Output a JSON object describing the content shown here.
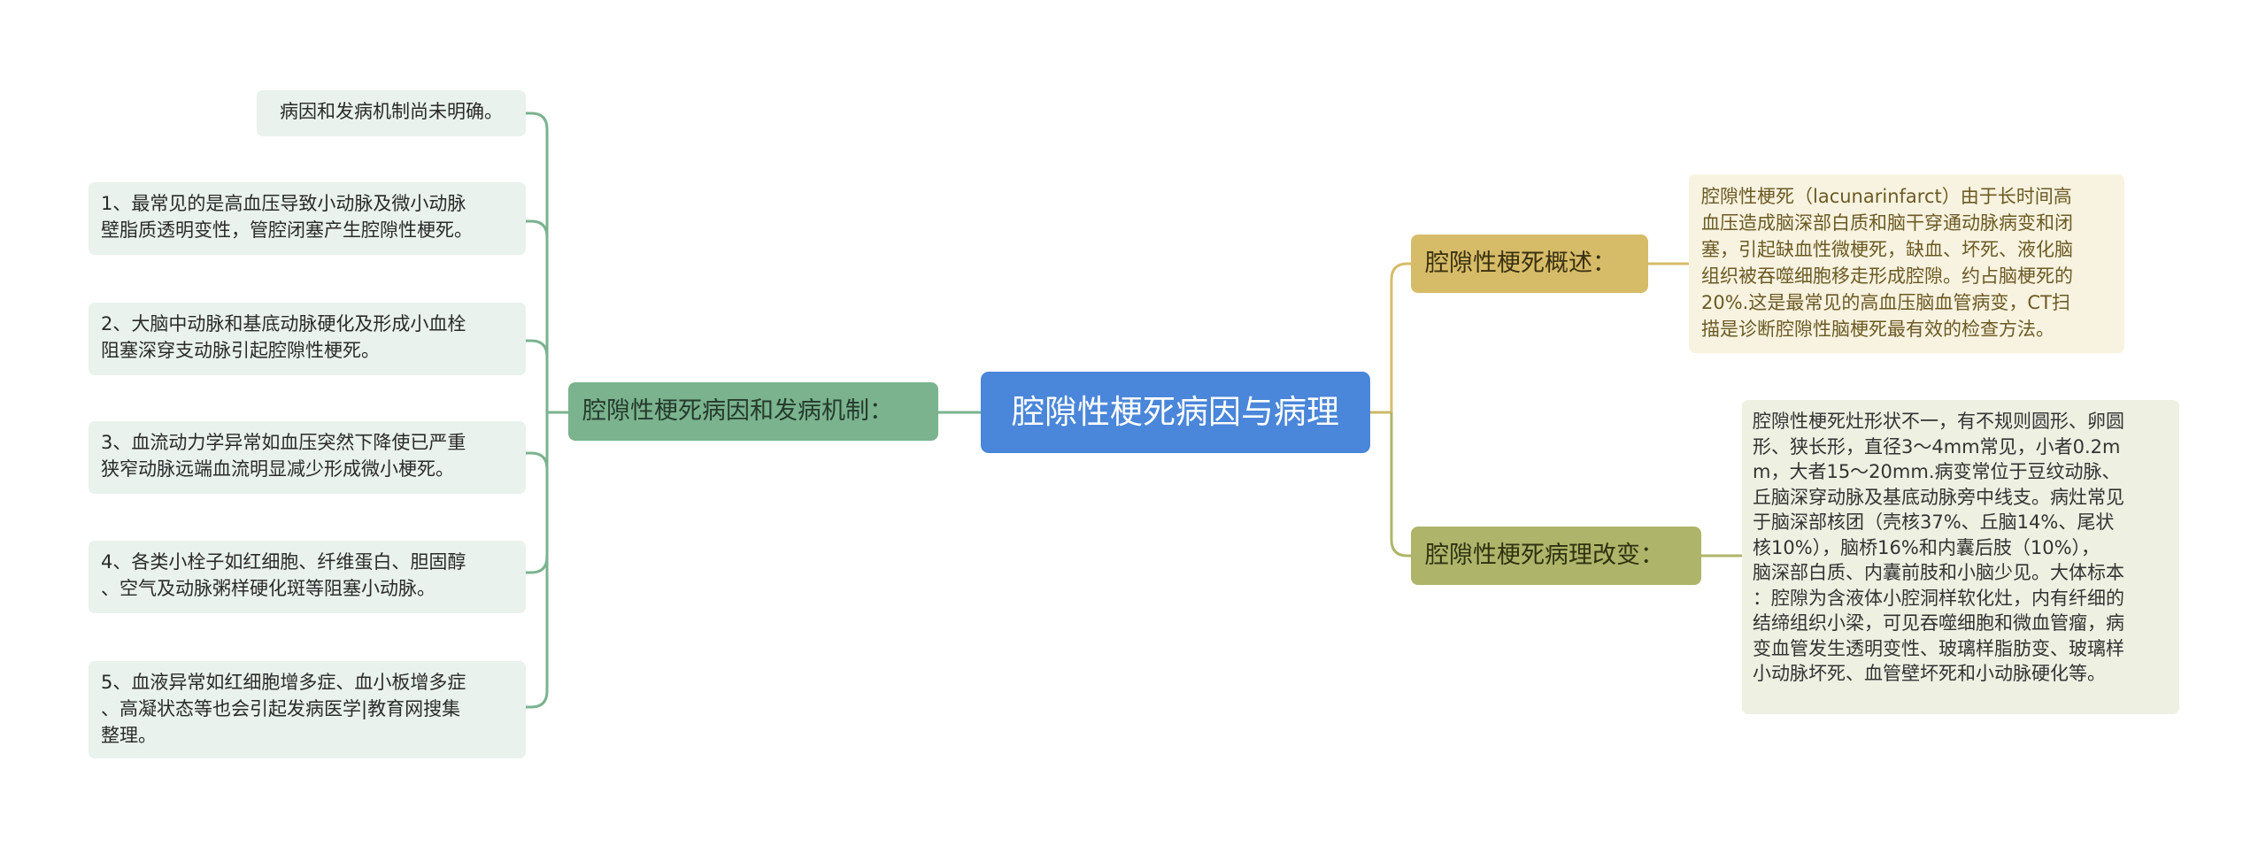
{
  "root": {
    "title": "腔隙性梗死病因与病理"
  },
  "left_branch": {
    "label": "腔隙性梗死病因和发病机制：",
    "color": "#7ab38e",
    "items": [
      "病因和发病机制尚未明确。",
      "1、最常见的是高血压导致小动脉及微小动脉\n壁脂质透明变性，管腔闭塞产生腔隙性梗死。",
      "2、大脑中动脉和基底动脉硬化及形成小血栓\n阻塞深穿支动脉引起腔隙性梗死。",
      "3、血流动力学异常如血压突然下降使已严重\n狭窄动脉远端血流明显减少形成微小梗死。",
      "4、各类小栓子如红细胞、纤维蛋白、胆固醇\n、空气及动脉粥样硬化斑等阻塞小动脉。",
      "5、血液异常如红细胞增多症、血小板增多症\n、高凝状态等也会引起发病医学|教育网搜集\n整理。"
    ]
  },
  "right_branches": [
    {
      "label": "腔隙性梗死概述：",
      "color": "#d6bc68",
      "text": "腔隙性梗死（lacunarinfarct）由于长时间高\n血压造成脑深部白质和脑干穿通动脉病变和闭\n塞，引起缺血性微梗死，缺血、坏死、液化脑\n组织被吞噬细胞移走形成腔隙。约占脑梗死的\n20%.这是最常见的高血压脑血管病变，CT扫\n描是诊断腔隙性脑梗死最有效的检查方法。"
    },
    {
      "label": "腔隙性梗死病理改变：",
      "color": "#aeb56a",
      "text": "腔隙性梗死灶形状不一，有不规则圆形、卵圆\n形、狭长形，直径3～4mm常见，小者0.2m\nm，大者15～20mm.病变常位于豆纹动脉、\n丘脑深穿动脉及基底动脉旁中线支。病灶常见\n于脑深部核团（壳核37%、丘脑14%、尾状\n核10%），脑桥16%和内囊后肢（10%），\n脑深部白质、内囊前肢和小脑少见。大体标本\n：腔隙为含液体小腔洞样软化灶，内有纤细的\n结缔组织小梁，可见吞噬细胞和微血管瘤，病\n变血管发生透明变性、玻璃样脂肪变、玻璃样\n小动脉坏死、血管壁坏死和小动脉硬化等。"
    }
  ],
  "colors": {
    "root": "#4a86d9",
    "left_line": "#7ab38e",
    "right_line_1": "#d6bc68",
    "right_line_2": "#aeb56a"
  }
}
